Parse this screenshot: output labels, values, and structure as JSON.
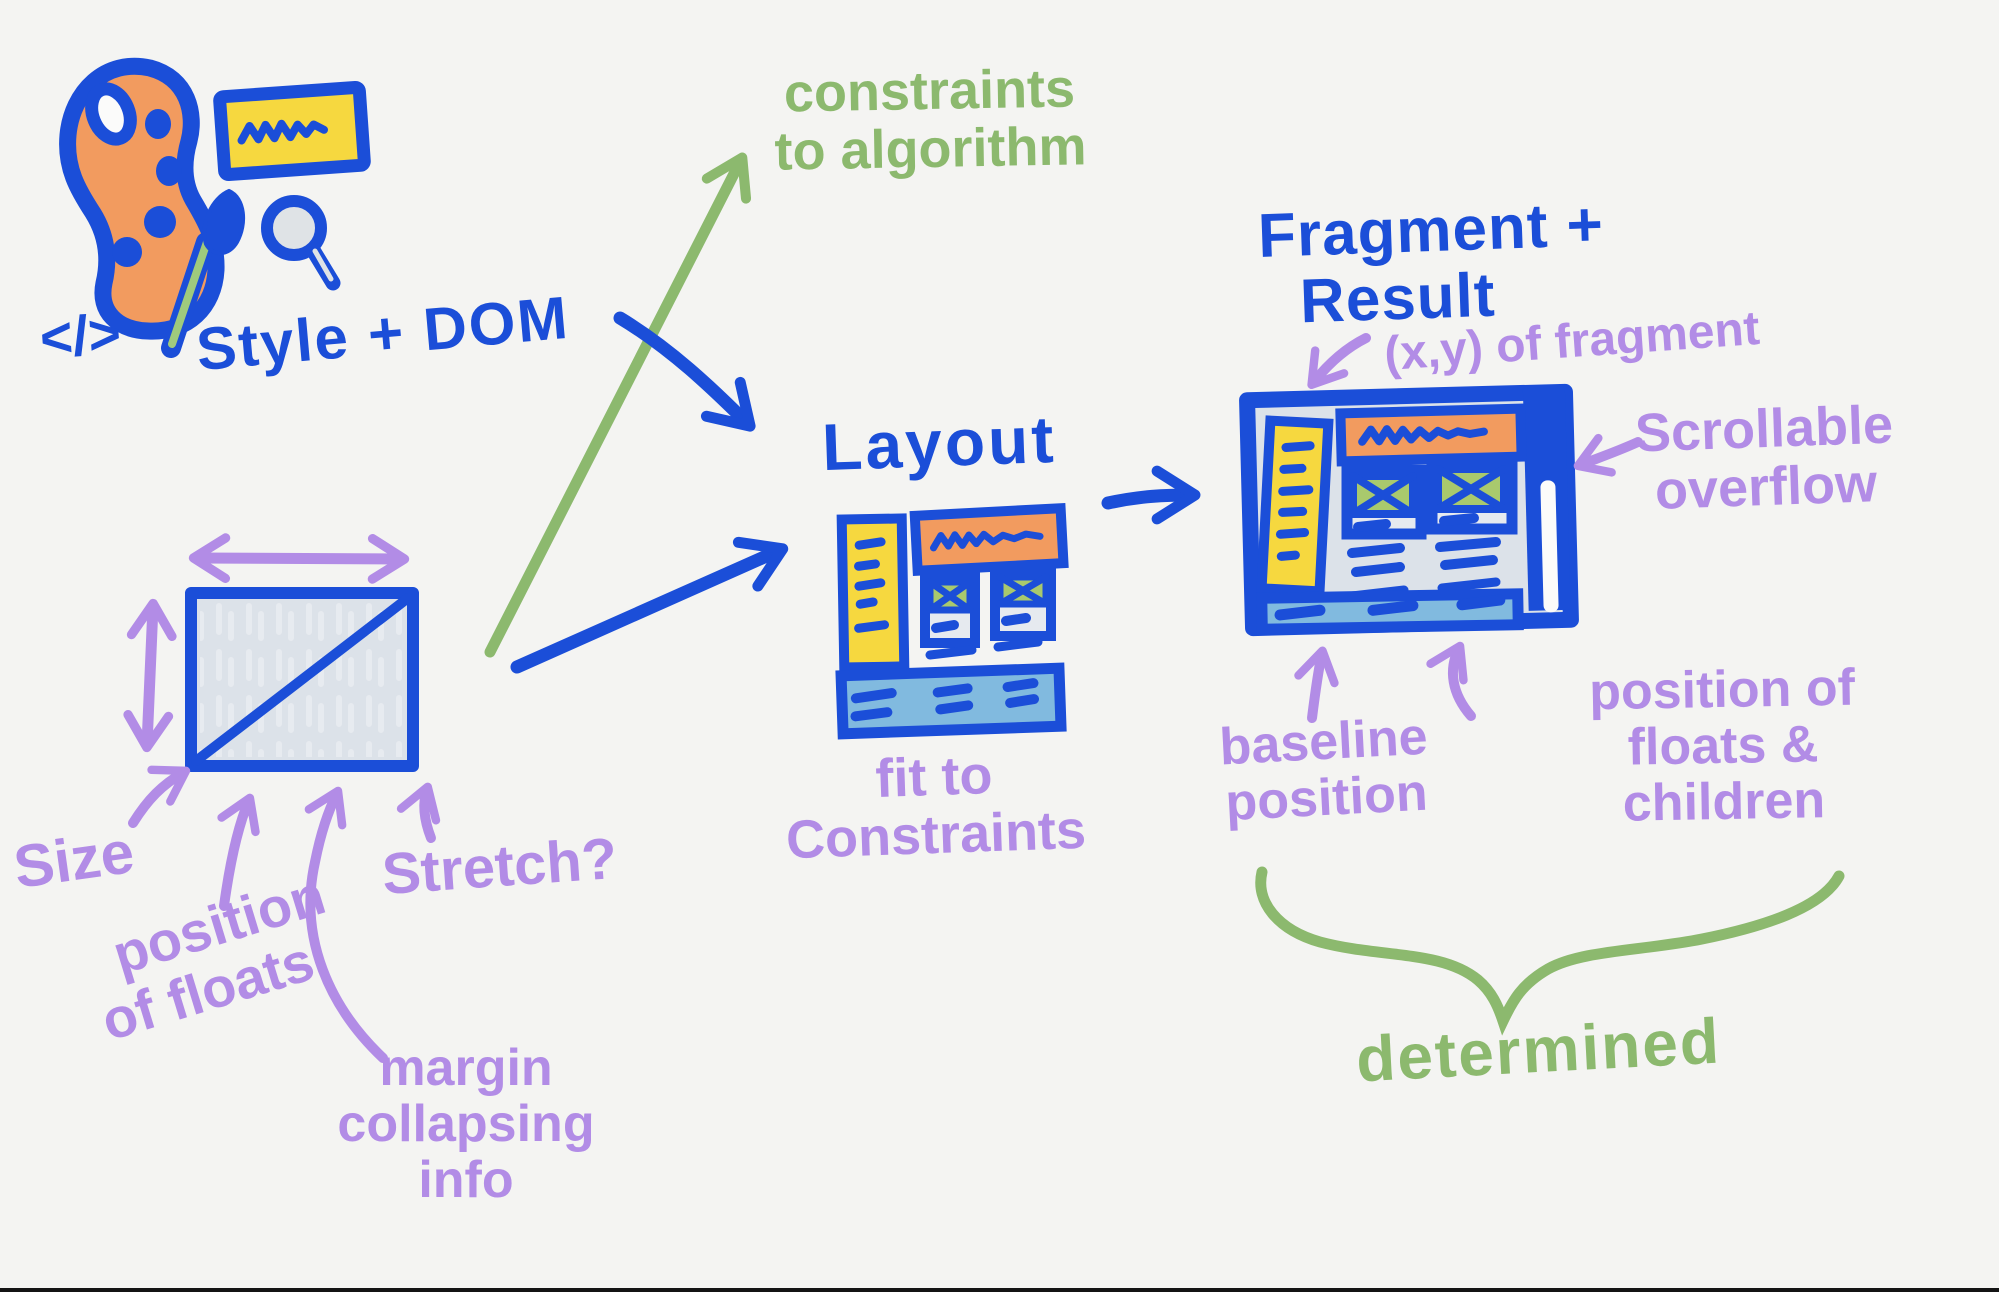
{
  "labels": {
    "code_icon": "</>",
    "style_dom": "Style + DOM",
    "constraints": {
      "line1": "constraints",
      "line2": "to algorithm"
    },
    "layout": {
      "title": "Layout",
      "caption_line1": "fit to",
      "caption_line2": "Constraints"
    },
    "fragment": {
      "title_line1": "Fragment +",
      "title_line2": "Result",
      "xy_note": "(x,y) of fragment",
      "scrollable_line1": "Scrollable",
      "scrollable_line2": "overflow",
      "baseline_line1": "baseline",
      "baseline_line2": "position",
      "children_line1": "position of",
      "children_line2": "floats &",
      "children_line3": "children",
      "determined": "determined"
    },
    "box": {
      "size": "Size",
      "floats_line1": "position",
      "floats_line2": "of floats",
      "stretch": "Stretch?",
      "margin_line1": "margin",
      "margin_line2": "collapsing",
      "margin_line3": "info"
    }
  },
  "icons": {
    "palette": "artist-palette-icon",
    "banner": "text-banner-icon",
    "brush": "paintbrush-icon",
    "magnifier": "magnifying-glass-icon",
    "code": "code-brackets-icon"
  },
  "colors": {
    "background": "#f4f4f2",
    "ink_blue": "#1b4ed8",
    "annotation_purple": "#b28ce6",
    "flow_green": "#8cb96e",
    "accent_orange": "#f29b5f",
    "accent_yellow": "#f6d83f",
    "footer_light_blue": "#81badf",
    "panel_gray": "#dce2e9",
    "image_green": "#a9c96d"
  }
}
